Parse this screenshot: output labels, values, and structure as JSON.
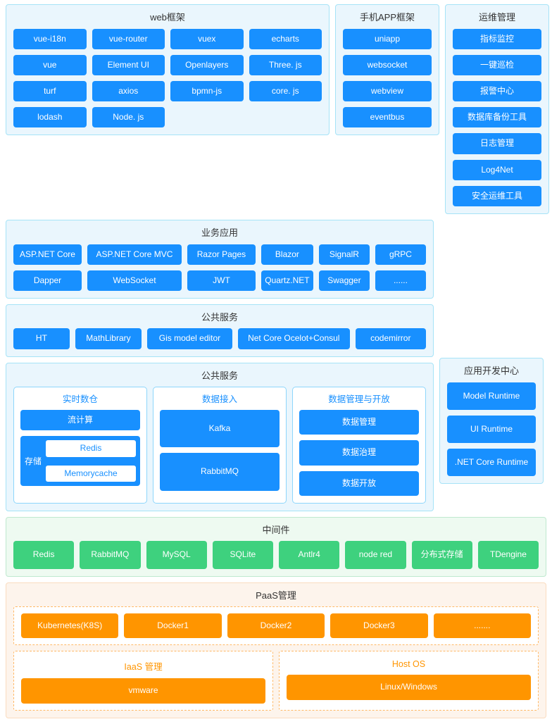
{
  "colors": {
    "blue": "#1890ff",
    "green": "#3ed17e",
    "orange": "#ff9500",
    "panel_blue_bg": "#eaf6fd",
    "panel_green_bg": "#eefaf1",
    "panel_orange_bg": "#fdf4ec"
  },
  "web_framework": {
    "title": "web框架",
    "items": [
      "vue-i18n",
      "vue-router",
      "vuex",
      "echarts",
      "vue",
      "Element UI",
      "Openlayers",
      "Three. js",
      "turf",
      "axios",
      "bpmn-js",
      "core. js",
      "lodash",
      "Node. js"
    ]
  },
  "mobile_app_framework": {
    "title": "手机APP框架",
    "items": [
      "uniapp",
      "websocket",
      "webview",
      "eventbus"
    ]
  },
  "ops_management": {
    "title": "运维管理",
    "items": [
      "指标监控",
      "一键巡检",
      "报警中心",
      "数据库备份工具",
      "日志管理",
      "Log4Net",
      "安全运维工具"
    ]
  },
  "business_application": {
    "title": "业务应用",
    "items": [
      "ASP.NET Core",
      "ASP.NET Core MVC",
      "Razor Pages",
      "Blazor",
      "SignalR",
      "gRPC",
      "Dapper",
      "WebSocket",
      "JWT",
      "Quartz.NET",
      "Swagger",
      "......"
    ]
  },
  "public_service_top": {
    "title": "公共服务",
    "items": [
      "HT",
      "MathLibrary",
      "Gis model editor",
      "Net Core Ocelot+Consul",
      "codemirror"
    ]
  },
  "public_service_data": {
    "title": "公共服务",
    "cards": [
      {
        "title": "实时数仓",
        "items": [
          "流计算"
        ],
        "storage": {
          "label": "存储",
          "items": [
            "Redis",
            "Memorycache"
          ]
        }
      },
      {
        "title": "数据接入",
        "items": [
          "Kafka",
          "RabbitMQ"
        ]
      },
      {
        "title": "数据管理与开放",
        "items": [
          "数据管理",
          "数据治理",
          "数据开放"
        ]
      }
    ]
  },
  "app_dev_center": {
    "title": "应用开发中心",
    "items": [
      "Model Runtime",
      "UI Runtime",
      ".NET Core Runtime"
    ]
  },
  "middleware": {
    "title": "中间件",
    "items": [
      "Redis",
      "RabbitMQ",
      "MySQL",
      "SQLite",
      "Antlr4",
      "node red",
      "分布式存储",
      "TDengine"
    ]
  },
  "paas": {
    "title": "PaaS管理",
    "container_items": [
      "Kubernetes(K8S)",
      "Docker1",
      "Docker2",
      "Docker3",
      "......."
    ],
    "iaas": {
      "title": "IaaS 管理",
      "items": [
        "vmware"
      ]
    },
    "host_os": {
      "title": "Host OS",
      "items": [
        "Linux/Windows"
      ]
    }
  }
}
